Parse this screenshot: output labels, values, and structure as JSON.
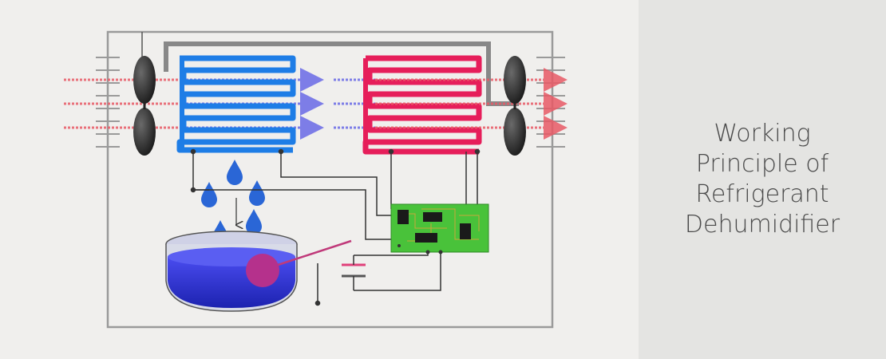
{
  "caption": {
    "lines": [
      "Working",
      "Principle of",
      "Refrigerant",
      "Dehumidifier"
    ]
  },
  "colors": {
    "background": "#f0efed",
    "caption_panel": "#e4e4e2",
    "caption_text": "#4a4a4a",
    "evaporator_coil": "#1e7de6",
    "condenser_coil": "#e61e5a",
    "wire": "#333333",
    "frame": "#9a9a9a",
    "circuit_board": "#49c23a",
    "water": "#2233cc",
    "float": "#b5318c",
    "droplet": "#2a66d6",
    "airflow_hot": "#e85a66",
    "airflow_cool": "#6a6ae6"
  },
  "icons": {
    "fan": "fan-icon",
    "droplet": "water-droplet-icon",
    "float": "float-switch-icon",
    "capacitor": "capacitor-icon",
    "circuit_board": "circuit-board-icon"
  }
}
